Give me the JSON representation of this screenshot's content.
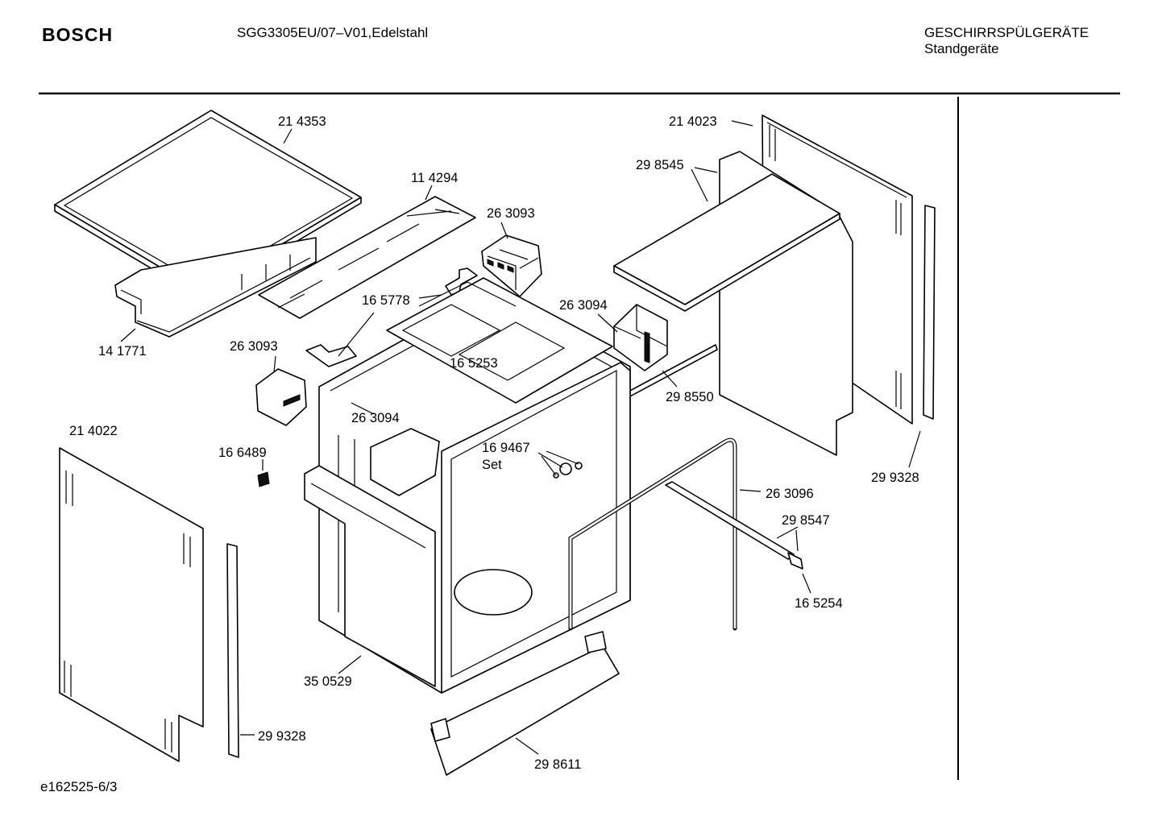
{
  "header": {
    "brand": "BOSCH",
    "model": "SGG3305EU/07–V01,Edelstahl",
    "category": "GESCHIRRSPÜLGERÄTE",
    "subcategory": "Standgeräte"
  },
  "footer": {
    "code": "e162525-6/3"
  },
  "parts": {
    "p214353": "21 4353",
    "p114294": "11 4294",
    "p263093a": "26 3093",
    "p141771": "14 1771",
    "p165778": "16 5778",
    "p263094a": "26 3094",
    "p263093b": "26 3093",
    "p165253": "16 5253",
    "p214023": "21 4023",
    "p298545": "29 8545",
    "p298550": "29 8550",
    "p299328a": "29 9328",
    "p263094b": "26 3094",
    "p214022": "21 4022",
    "p166489": "16 6489",
    "p169467": "16 9467",
    "set": "Set",
    "p263096": "26 3096",
    "p298547": "29 8547",
    "p165254": "16 5254",
    "p350529": "35 0529",
    "p299328b": "29 9328",
    "p298611": "29 8611"
  }
}
